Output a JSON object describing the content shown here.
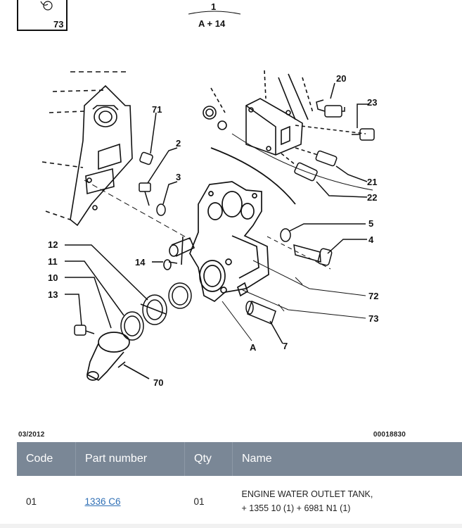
{
  "diagram": {
    "thumb_number": "73",
    "header_number": "1",
    "header_sub": "A + 14",
    "labels": {
      "l20": "20",
      "l23": "23",
      "l71": "71",
      "l2": "2",
      "l3": "3",
      "l21": "21",
      "l22": "22",
      "l5": "5",
      "l4": "4",
      "l12": "12",
      "l11": "11",
      "l14": "14",
      "l10": "10",
      "l13": "13",
      "l72": "72",
      "l73": "73",
      "lA": "A",
      "l7": "7",
      "l70": "70"
    }
  },
  "meta": {
    "date": "03/2012",
    "ref": "00018830"
  },
  "table": {
    "headers": {
      "code": "Code",
      "part_number": "Part number",
      "qty": "Qty",
      "name": "Name"
    },
    "rows": [
      {
        "code": "01",
        "part_number": "1336 C6",
        "qty": "01",
        "name_line1": "ENGINE WATER OUTLET TANK,",
        "name_line2": "+ 1355 10 (1) + 6981 N1 (1)"
      }
    ]
  },
  "colors": {
    "header_bg": "#7a8796",
    "link": "#2f6fb5"
  }
}
